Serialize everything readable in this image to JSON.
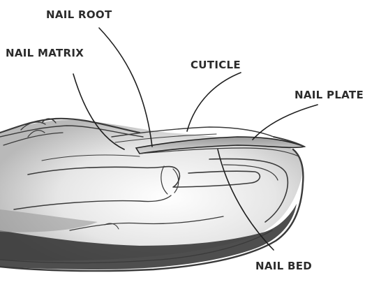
{
  "labels": {
    "nail_root": "NAIL ROOT",
    "nail_matrix": "NAIL MATRIX",
    "cuticle": "CUTICLE",
    "nail_plate": "NAIL PLATE",
    "nail_bed": "NAIL BED"
  }
}
